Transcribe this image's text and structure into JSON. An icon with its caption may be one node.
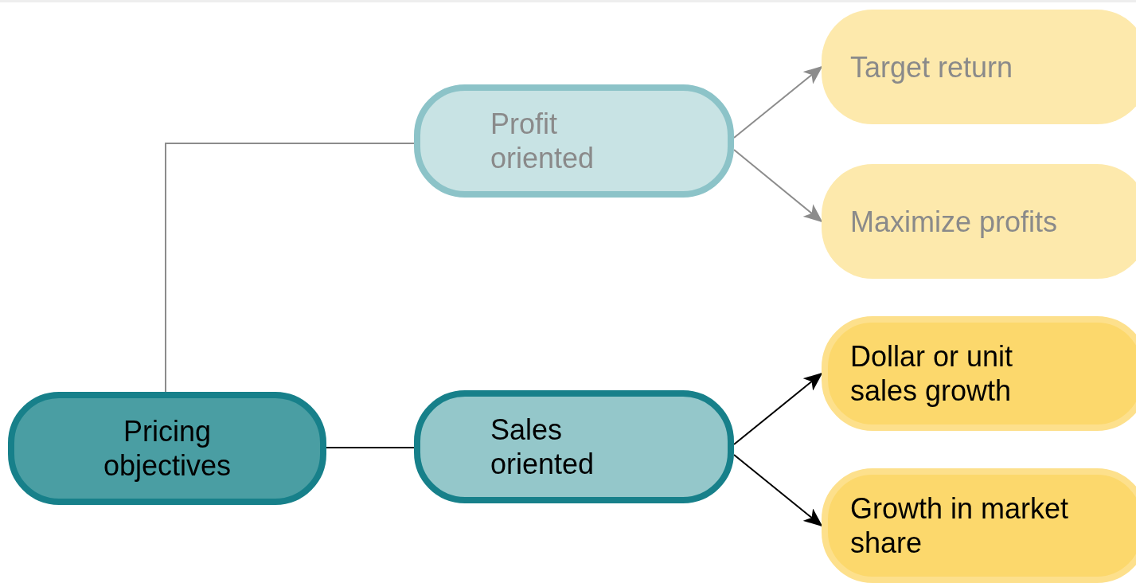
{
  "diagram": {
    "nodes": [
      {
        "text": [
          "Pricing objectives"
        ]
      },
      {
        "text": [
          "Profit oriented"
        ]
      },
      {
        "text": [
          "Sales oriented"
        ]
      },
      {
        "text": [
          "Target return"
        ]
      },
      {
        "text": [
          "Maximize profits"
        ]
      },
      {
        "text": [
          "Dollar or unit sales growth"
        ]
      },
      {
        "text": [
          "Growth in market share"
        ]
      }
    ],
    "edges": [
      {
        "from": 0,
        "to": 1,
        "arrow": "none",
        "color": "#8c8c8c"
      },
      {
        "from": 0,
        "to": 2,
        "arrow": "none",
        "color": "#000000"
      },
      {
        "from": 1,
        "to": 3,
        "arrow": "to",
        "color": "#8c8c8c"
      },
      {
        "from": 1,
        "to": 4,
        "arrow": "to",
        "color": "#8c8c8c"
      },
      {
        "from": 2,
        "to": 5,
        "arrow": "to",
        "color": "#000000"
      },
      {
        "from": 2,
        "to": 6,
        "arrow": "to",
        "color": "#000000"
      }
    ]
  }
}
